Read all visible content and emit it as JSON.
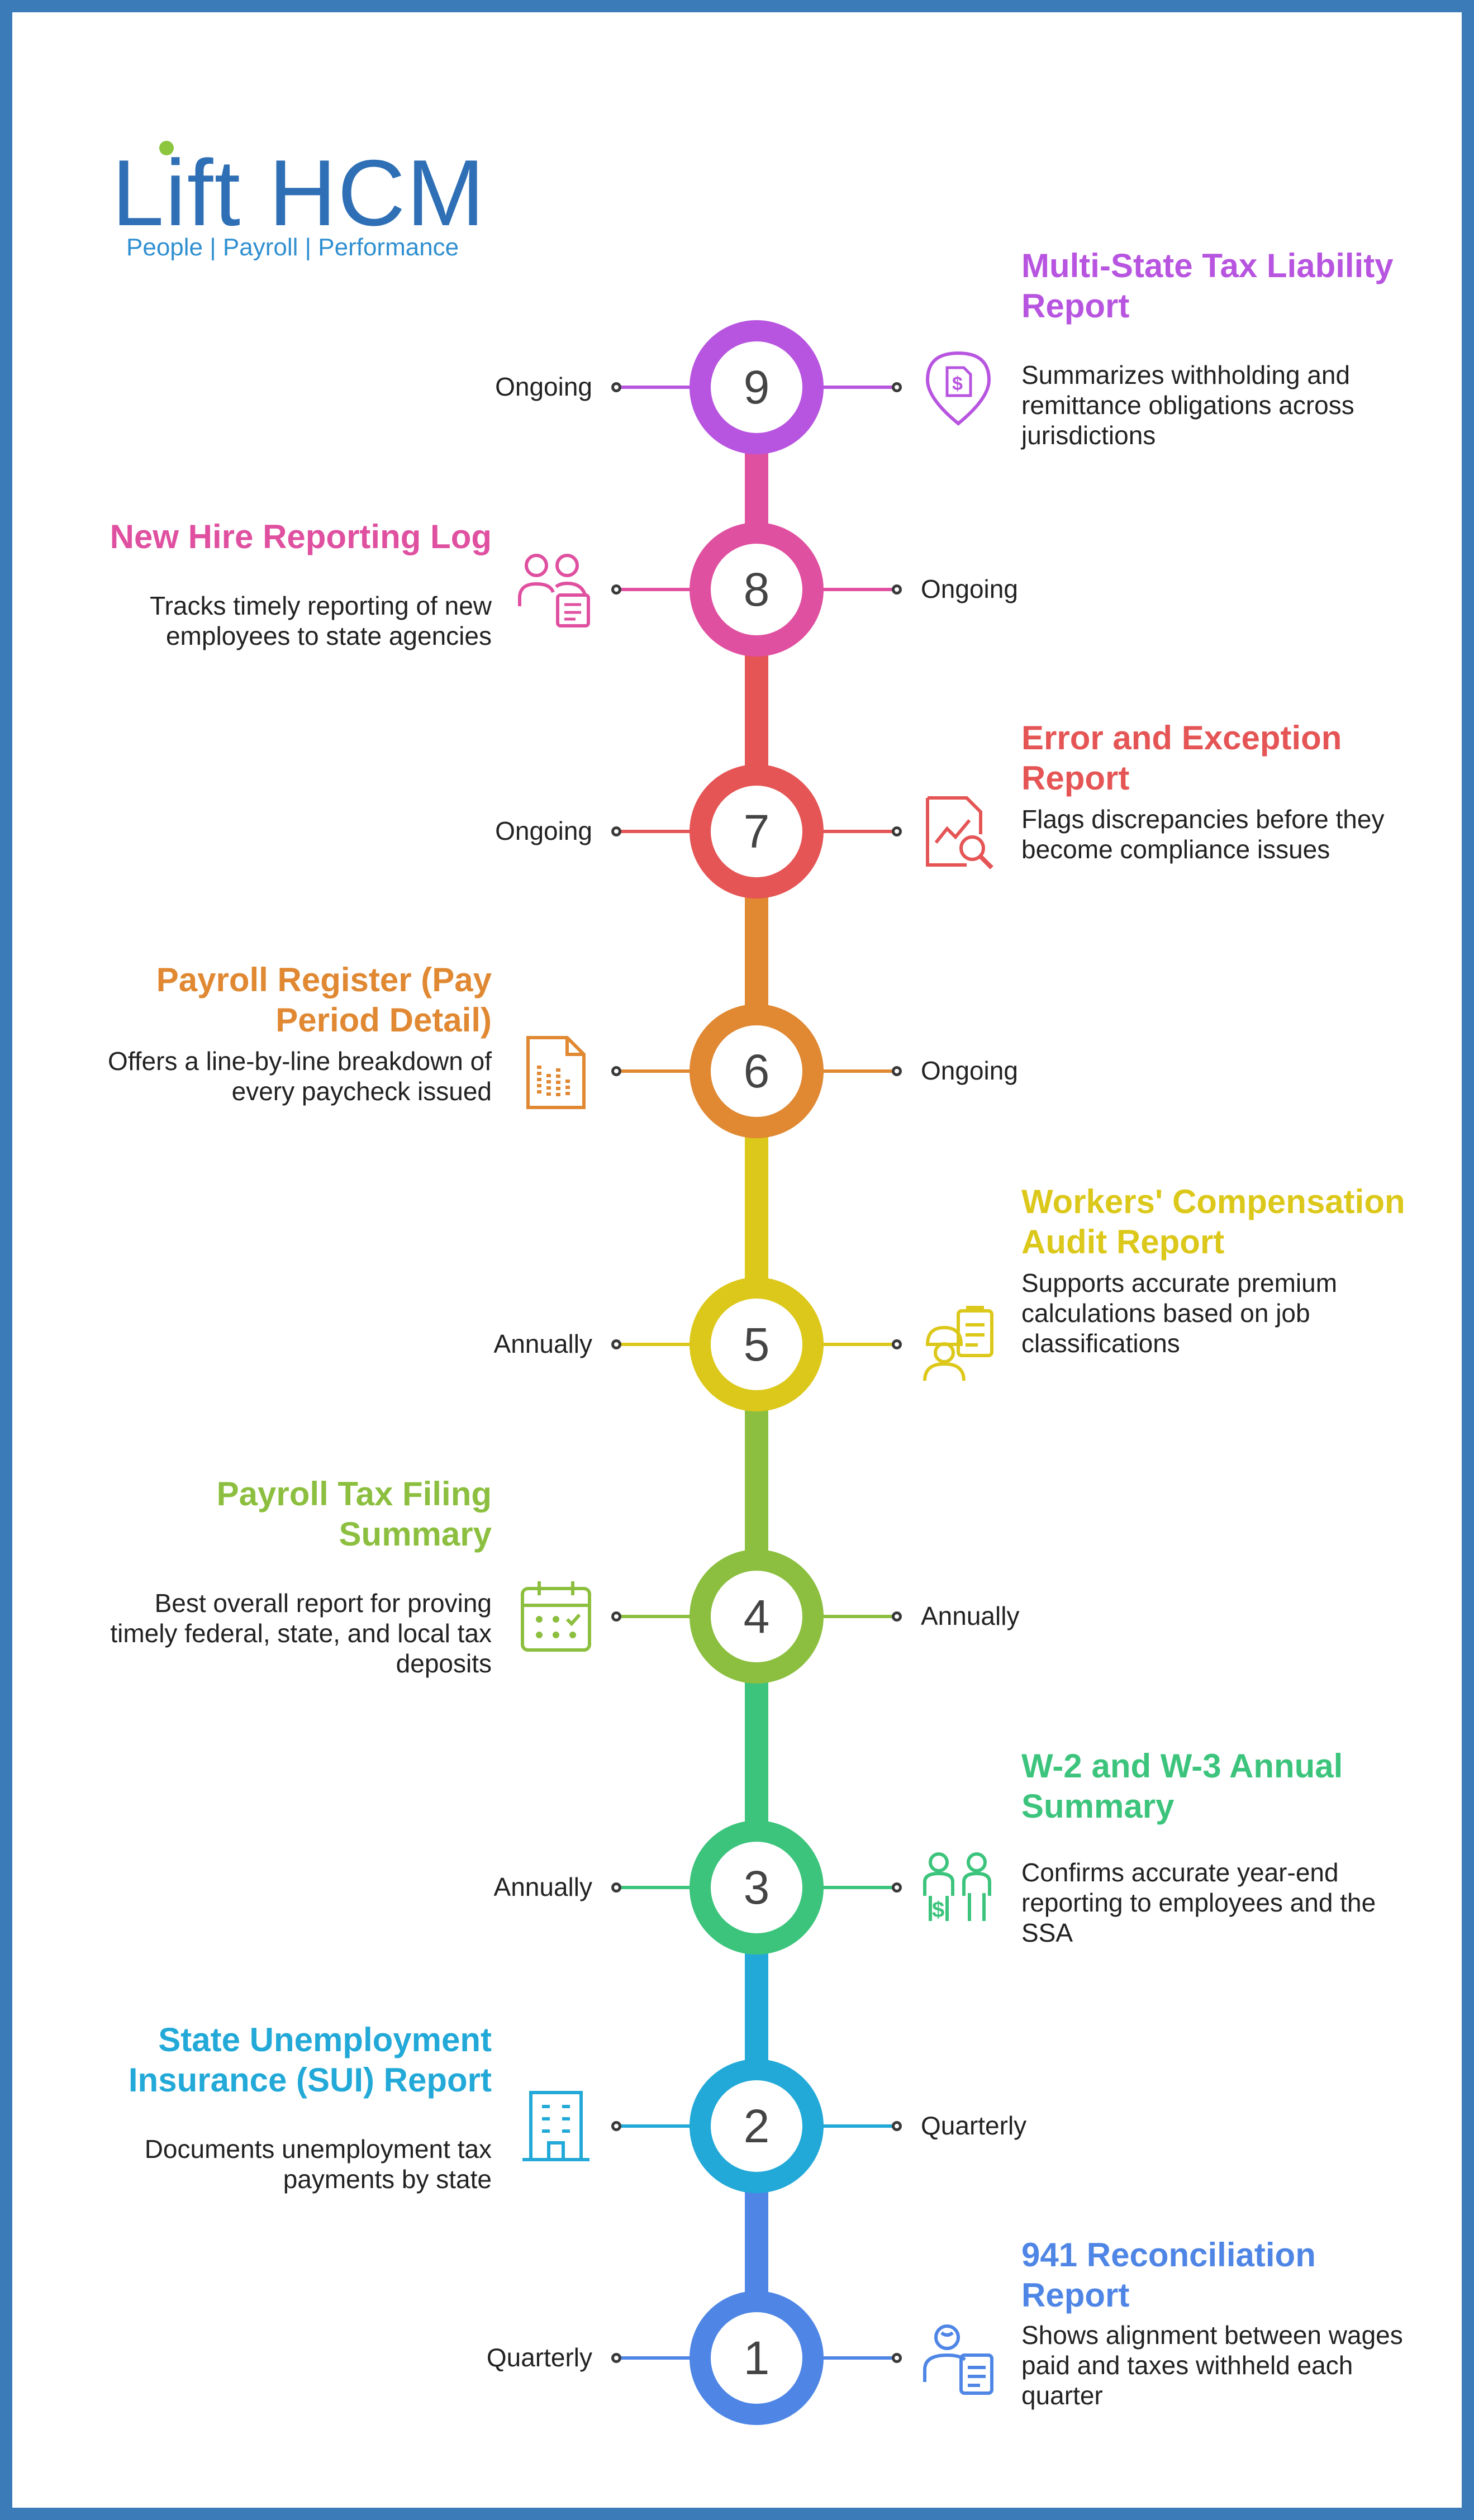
{
  "brand": {
    "logo_text": "Lift HCM",
    "tagline": "People | Payroll | Performance",
    "colors": {
      "logo_blue": "#2e6fb5",
      "logo_green": "#8cc63f",
      "frame": "#3a7bb8"
    }
  },
  "steps": [
    {
      "number": "1",
      "title": "941 Reconciliation Report",
      "description": "Shows alignment between wages paid and taxes withheld each quarter",
      "frequency": "Quarterly",
      "color": "#4f86e6",
      "icon": "employee-document-icon"
    },
    {
      "number": "2",
      "title": "State Unemployment Insurance (SUI) Report",
      "description": "Documents unemployment tax payments by state",
      "frequency": "Quarterly",
      "color": "#22a9d8",
      "icon": "office-building-icon"
    },
    {
      "number": "3",
      "title": "W-2 and W-3 Annual Summary",
      "description": "Confirms accurate year-end reporting to employees and the SSA",
      "frequency": "Annually",
      "color": "#3cc47c",
      "icon": "employee-payment-icon"
    },
    {
      "number": "4",
      "title": "Payroll Tax Filing Summary",
      "description": "Best overall report for proving timely federal, state, and local tax deposits",
      "frequency": "Annually",
      "color": "#8cbf3f",
      "icon": "calendar-check-icon"
    },
    {
      "number": "5",
      "title": "Workers' Compensation Audit Report",
      "description": "Supports accurate premium calculations based on job classifications",
      "frequency": "Annually",
      "color": "#dcc81a",
      "icon": "worker-clipboard-icon"
    },
    {
      "number": "6",
      "title": "Payroll Register (Pay Period Detail)",
      "description": "Offers a line-by-line breakdown of every paycheck issued",
      "frequency": "Ongoing",
      "color": "#e08832",
      "icon": "register-document-icon"
    },
    {
      "number": "7",
      "title": "Error and Exception Report",
      "description": "Flags discrepancies before they become compliance issues",
      "frequency": "Ongoing",
      "color": "#e55555",
      "icon": "chart-magnifier-icon"
    },
    {
      "number": "8",
      "title": "New Hire Reporting Log",
      "description": "Tracks timely reporting of new employees to state agencies",
      "frequency": "Ongoing",
      "color": "#e050a0",
      "icon": "people-document-icon"
    },
    {
      "number": "9",
      "title": "Multi-State Tax Liability Report",
      "description": "Summarizes withholding and remittance obligations across jurisdictions",
      "frequency": "Ongoing",
      "color": "#b855e0",
      "icon": "dollar-location-pin-icon"
    }
  ]
}
